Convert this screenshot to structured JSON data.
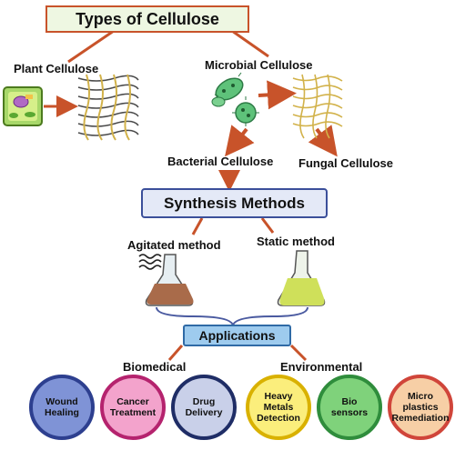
{
  "title": "Types of Cellulose",
  "plant": "Plant Cellulose",
  "microbial": "Microbial Cellulose",
  "bacterial": "Bacterial Cellulose",
  "fungal": "Fungal Cellulose",
  "synthesis": "Synthesis Methods",
  "agitated": "Agitated method",
  "static": "Static method",
  "applications": "Applications",
  "biomedical": "Biomedical",
  "environmental": "Environmental",
  "circles": [
    {
      "label": "Wound Healing",
      "border": "#2d3f8f",
      "fill": "#7f93d6"
    },
    {
      "label": "Cancer Treatment",
      "border": "#b5236e",
      "fill": "#f3a3cc"
    },
    {
      "label": "Drug Delivery",
      "border": "#1f2d66",
      "fill": "#c9d0e9"
    },
    {
      "label": "Heavy Metals Detection",
      "border": "#d9b100",
      "fill": "#fbee7c"
    },
    {
      "label": "Bio sensors",
      "border": "#2f8d3c",
      "fill": "#7fd27b"
    },
    {
      "label": "Micro plastics Remediation",
      "border": "#d0453a",
      "fill": "#f7cfa6"
    }
  ]
}
